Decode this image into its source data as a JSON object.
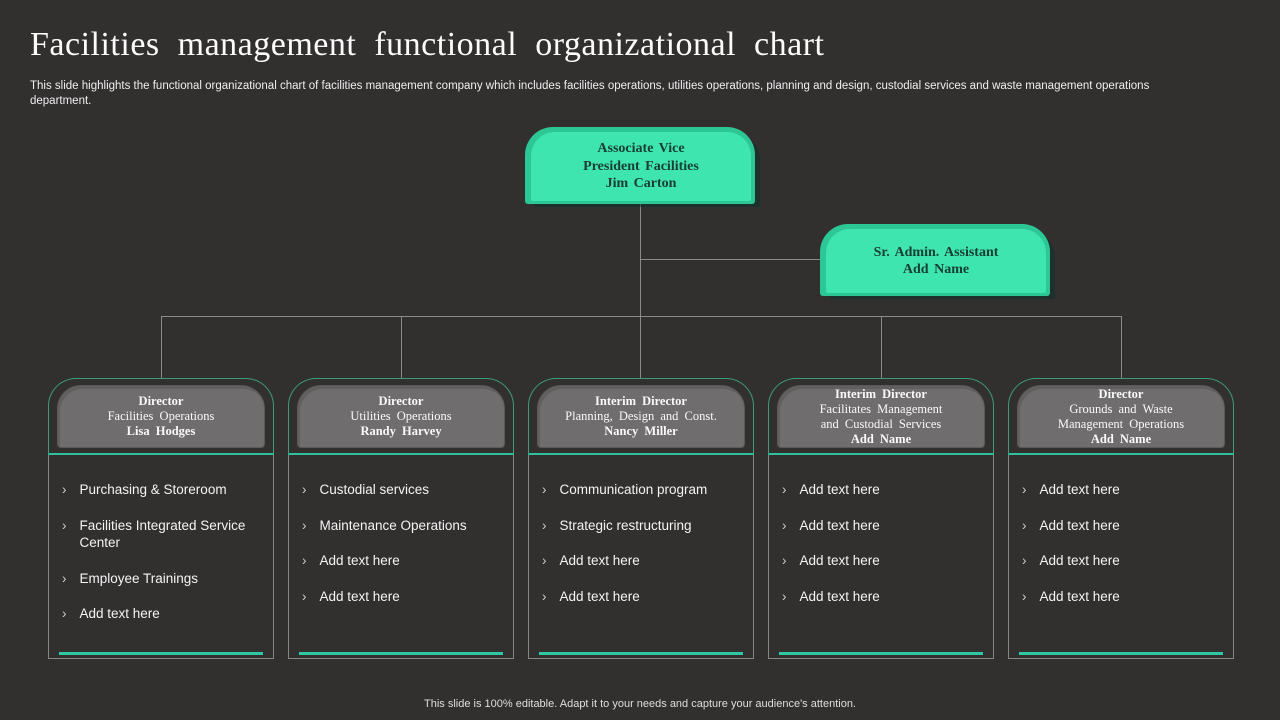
{
  "slide": {
    "title": "Facilities management functional organizational chart",
    "subtitle": "This slide highlights the functional organizational chart of facilities management company which includes facilities operations, utilities operations, planning and design, custodial services and waste management operations department.",
    "footer": "This slide is 100% editable. Adapt it to your needs and capture your audience's attention."
  },
  "colors": {
    "background": "#322F2F",
    "accent_teal_fill": "#3FE5AF",
    "accent_teal_edge": "#2CC795",
    "column_border_teal": "#3E9C7D",
    "underline_teal": "#2FC6A4",
    "header_gray": "#6F6D6D",
    "connector_gray": "#8A8A8A",
    "box_text_dark": "#183D33",
    "text_white": "#F4F4F4"
  },
  "bullet_char": "›",
  "org": {
    "root": {
      "lines": [
        "Associate Vice",
        "President Facilities",
        "Jim Carton"
      ]
    },
    "assistant": {
      "lines": [
        "Sr. Admin. Assistant",
        "Add Name"
      ]
    },
    "departments": [
      {
        "role": "Director",
        "dept": [
          "Facilities Operations"
        ],
        "name": "Lisa Hodges",
        "items": [
          "Purchasing & Storeroom",
          "Facilities Integrated Service Center",
          "Employee Trainings",
          "Add text here"
        ]
      },
      {
        "role": "Director",
        "dept": [
          "Utilities Operations"
        ],
        "name": "Randy Harvey",
        "items": [
          "Custodial services",
          "Maintenance Operations",
          "Add text here",
          "Add text here"
        ]
      },
      {
        "role": "Interim Director",
        "dept": [
          "Planning, Design and Const."
        ],
        "name": "Nancy Miller",
        "items": [
          "Communication program",
          "Strategic restructuring",
          "Add text here",
          "Add text here"
        ]
      },
      {
        "role": "Interim Director",
        "dept": [
          "Facilitates Management",
          "and Custodial Services"
        ],
        "name": "Add Name",
        "items": [
          "Add text here",
          "Add text here",
          "Add text here",
          "Add text here"
        ]
      },
      {
        "role": "Director",
        "dept": [
          "Grounds and Waste",
          "Management Operations"
        ],
        "name": "Add Name",
        "items": [
          "Add text here",
          "Add text here",
          "Add text here",
          "Add text here"
        ]
      }
    ]
  }
}
